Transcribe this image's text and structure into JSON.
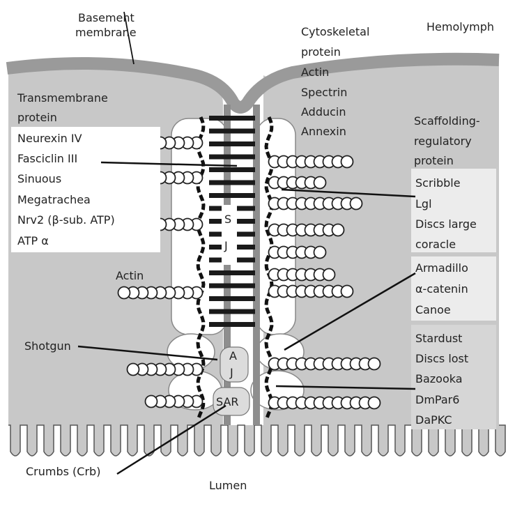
{
  "labels": {
    "basement": [
      "Basement",
      "membrane"
    ],
    "hemolymph": "Hemolymph",
    "cytoskeletal": [
      "Cytoskeletal",
      "protein",
      "Actin",
      "Spectrin",
      "Adducin",
      "Annexin"
    ],
    "transmembrane": [
      "Transmembrane",
      "protein"
    ],
    "transmembrane_list": [
      "Neurexin IV",
      "Fasciclin III",
      "Sinuous",
      "Megatrachea",
      "Nrv2 (β-sub. ATP)",
      "ATP α"
    ],
    "scaffolding": [
      "Scaffolding-",
      "regulatory",
      " protein"
    ],
    "scribble_list": [
      "Scribble",
      "Lgl",
      "Discs large",
      "coracle"
    ],
    "armadillo_list": [
      "Armadillo",
      "α-catenin",
      "Canoe"
    ],
    "stardust_list": [
      "Stardust",
      "Discs lost",
      "Bazooka",
      "DmPar6",
      "DaPKC"
    ],
    "actin": "Actin",
    "shotgun": "Shotgun",
    "sj": [
      "S",
      "J"
    ],
    "aj": [
      "A",
      "J"
    ],
    "sar": "SAR",
    "crumbs": "Crumbs (Crb)",
    "lumen": "Lumen"
  },
  "colors": {
    "cell": "#c8c8c8",
    "membrane": "#9a9a9a",
    "junction_bar": "#1a1a1a",
    "box": "#ffffff",
    "label_box_grey": "#ececec"
  }
}
